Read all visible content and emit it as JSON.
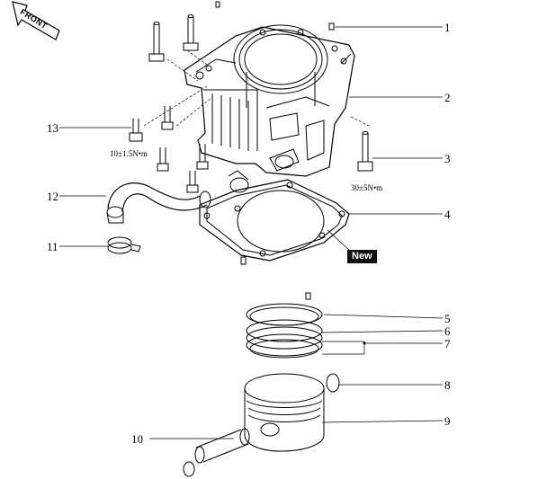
{
  "front_arrow": {
    "label": "FRONT"
  },
  "callouts": [
    {
      "number": "1"
    },
    {
      "number": "2"
    },
    {
      "number": "3"
    },
    {
      "number": "4"
    },
    {
      "number": "5"
    },
    {
      "number": "6"
    },
    {
      "number": "7"
    },
    {
      "number": "8"
    },
    {
      "number": "9"
    },
    {
      "number": "10"
    },
    {
      "number": "11"
    },
    {
      "number": "12"
    },
    {
      "number": "13"
    }
  ],
  "torque_specs": {
    "small_bolt": "10±1.5N•m",
    "large_bolt": "30±5N•m"
  },
  "badge": {
    "label": "New"
  },
  "colors": {
    "line": "#000000",
    "background": "#ffffff",
    "badge_bg": "#111111",
    "badge_text": "#ffffff"
  }
}
